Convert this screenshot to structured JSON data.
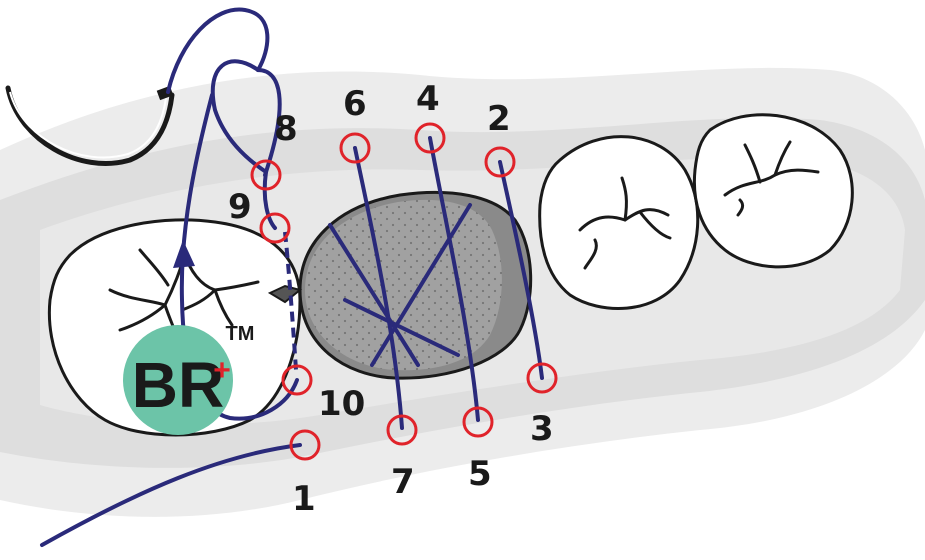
{
  "suture_points": [
    {
      "label": "1"
    },
    {
      "label": "2"
    },
    {
      "label": "3"
    },
    {
      "label": "4"
    },
    {
      "label": "5"
    },
    {
      "label": "6"
    },
    {
      "label": "7"
    },
    {
      "label": "8"
    },
    {
      "label": "9"
    },
    {
      "label": "10"
    }
  ],
  "logo": {
    "text": "BR",
    "plus": "+",
    "trademark": "TM"
  },
  "colors": {
    "suture": "#2a2a7a",
    "marker": "#e0232a",
    "logo_circle": "#6cc4a8",
    "gum_light": "#ececec",
    "gum_mid": "#dcdcdc",
    "membrane": "#8a8a8a"
  },
  "icons": [
    "needle-icon",
    "arrow-icon",
    "tooth-icon"
  ]
}
